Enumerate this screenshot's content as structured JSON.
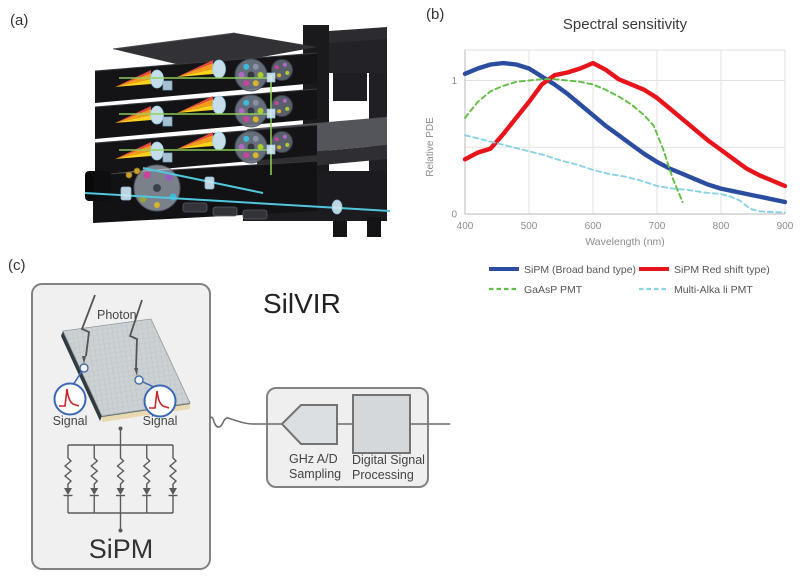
{
  "panel_labels": {
    "a": "(a)",
    "b": "(b)",
    "c": "(c)"
  },
  "chart_data": {
    "type": "line",
    "title": "Spectral sensitivity",
    "xlabel": "Wavelength (nm)",
    "ylabel": "Relative PDE",
    "xlim": [
      400,
      900
    ],
    "ylim": [
      0,
      1.23
    ],
    "xticks": [
      400,
      500,
      600,
      700,
      800,
      900
    ],
    "yticks": [
      1,
      0
    ],
    "grid": true,
    "legend_position": "bottom",
    "series": [
      {
        "name": "SiPM (Broad band type)",
        "color": "#2b4da0",
        "style": "solid",
        "x": [
          400,
          420,
          440,
          460,
          480,
          500,
          520,
          540,
          560,
          580,
          600,
          620,
          640,
          660,
          680,
          700,
          720,
          740,
          760,
          780,
          800,
          820,
          840,
          860,
          880,
          900
        ],
        "y": [
          1.05,
          1.09,
          1.12,
          1.13,
          1.12,
          1.09,
          1.03,
          0.97,
          0.9,
          0.82,
          0.74,
          0.66,
          0.59,
          0.52,
          0.45,
          0.39,
          0.34,
          0.3,
          0.26,
          0.22,
          0.19,
          0.17,
          0.15,
          0.13,
          0.11,
          0.09
        ]
      },
      {
        "name": "SiPM Red shift type)",
        "color": "#e8141c",
        "style": "solid",
        "x": [
          400,
          420,
          440,
          460,
          480,
          500,
          520,
          540,
          560,
          580,
          600,
          620,
          640,
          660,
          680,
          700,
          720,
          740,
          760,
          780,
          800,
          820,
          840,
          860,
          880,
          900
        ],
        "y": [
          0.41,
          0.46,
          0.49,
          0.6,
          0.72,
          0.84,
          0.97,
          1.04,
          1.06,
          1.09,
          1.13,
          1.08,
          1.01,
          0.97,
          0.93,
          0.87,
          0.79,
          0.71,
          0.63,
          0.55,
          0.48,
          0.41,
          0.34,
          0.29,
          0.25,
          0.21
        ]
      },
      {
        "name": "GaAsP PMT",
        "color": "#63bd46",
        "style": "dashed",
        "x": [
          400,
          420,
          440,
          460,
          480,
          500,
          520,
          540,
          560,
          580,
          600,
          620,
          640,
          660,
          680,
          695,
          710,
          725,
          740
        ],
        "y": [
          0.72,
          0.84,
          0.92,
          0.96,
          0.99,
          1.0,
          1.01,
          1.01,
          1.0,
          0.99,
          0.97,
          0.93,
          0.88,
          0.82,
          0.74,
          0.66,
          0.48,
          0.26,
          0.09
        ]
      },
      {
        "name": "Multi-Alka li PMT",
        "color": "#8ad2e6",
        "style": "dashed",
        "x": [
          400,
          425,
          450,
          475,
          500,
          525,
          550,
          575,
          600,
          625,
          650,
          675,
          700,
          725,
          750,
          775,
          800,
          815,
          830,
          845,
          860,
          880,
          900
        ],
        "y": [
          0.59,
          0.56,
          0.53,
          0.5,
          0.47,
          0.44,
          0.4,
          0.37,
          0.33,
          0.3,
          0.28,
          0.25,
          0.21,
          0.19,
          0.18,
          0.16,
          0.15,
          0.13,
          0.1,
          0.04,
          0.02,
          0.015,
          0.01
        ]
      }
    ]
  },
  "diagram": {
    "title": "SilVIR",
    "sipm_label": "SiPM",
    "photon_label": "Photon",
    "signal_left": "Signal",
    "signal_right": "Signal",
    "adc_line1": "GHz A/D",
    "adc_line2": "Sampling",
    "dsp_line1": "Digital Signal",
    "dsp_line2": "Processing"
  },
  "colors": {
    "sipm_broad_band": "#2b4da0",
    "sipm_red_shift": "#e8141c",
    "gaasp_pmt": "#63bd46",
    "multi_alkali_pmt": "#8ad2e6",
    "beam_green": "#90d356",
    "beam_cyan": "#52c6dc"
  }
}
